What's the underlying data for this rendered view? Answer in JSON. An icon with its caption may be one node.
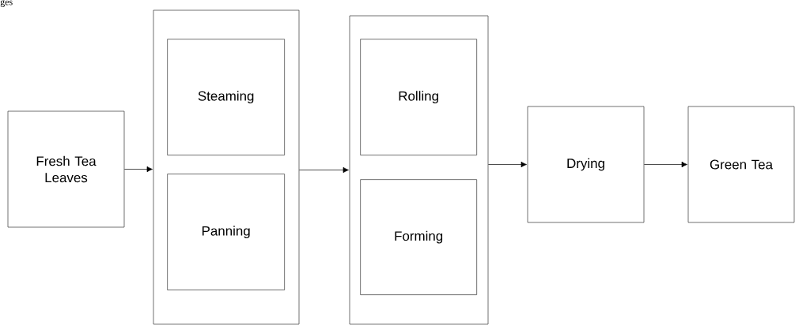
{
  "diagram": {
    "nodes": [
      {
        "text": [
          "Fresh Tea Leaves"
        ]
      },
      {
        "text": [],
        "shape": "box"
      },
      {
        "text": [
          "Steaming"
        ],
        "in": 1
      },
      {
        "text": [
          "Panning"
        ],
        "in": 1
      },
      {
        "text": [],
        "shape": "box"
      },
      {
        "text": [
          "Rolling"
        ],
        "in": 4
      },
      {
        "text": [
          "Forming"
        ],
        "in": 4
      },
      {
        "text": [
          "Drying"
        ]
      },
      {
        "text": [
          "Green Tea"
        ]
      }
    ],
    "edges": [
      {
        "from": 0,
        "to": 1,
        "arrow": "to"
      },
      {
        "from": 1,
        "to": 4,
        "arrow": "to"
      },
      {
        "from": 4,
        "to": 7,
        "arrow": "to"
      },
      {
        "from": 7,
        "to": 8,
        "arrow": "to"
      }
    ],
    "labels": [
      "ges"
    ]
  }
}
